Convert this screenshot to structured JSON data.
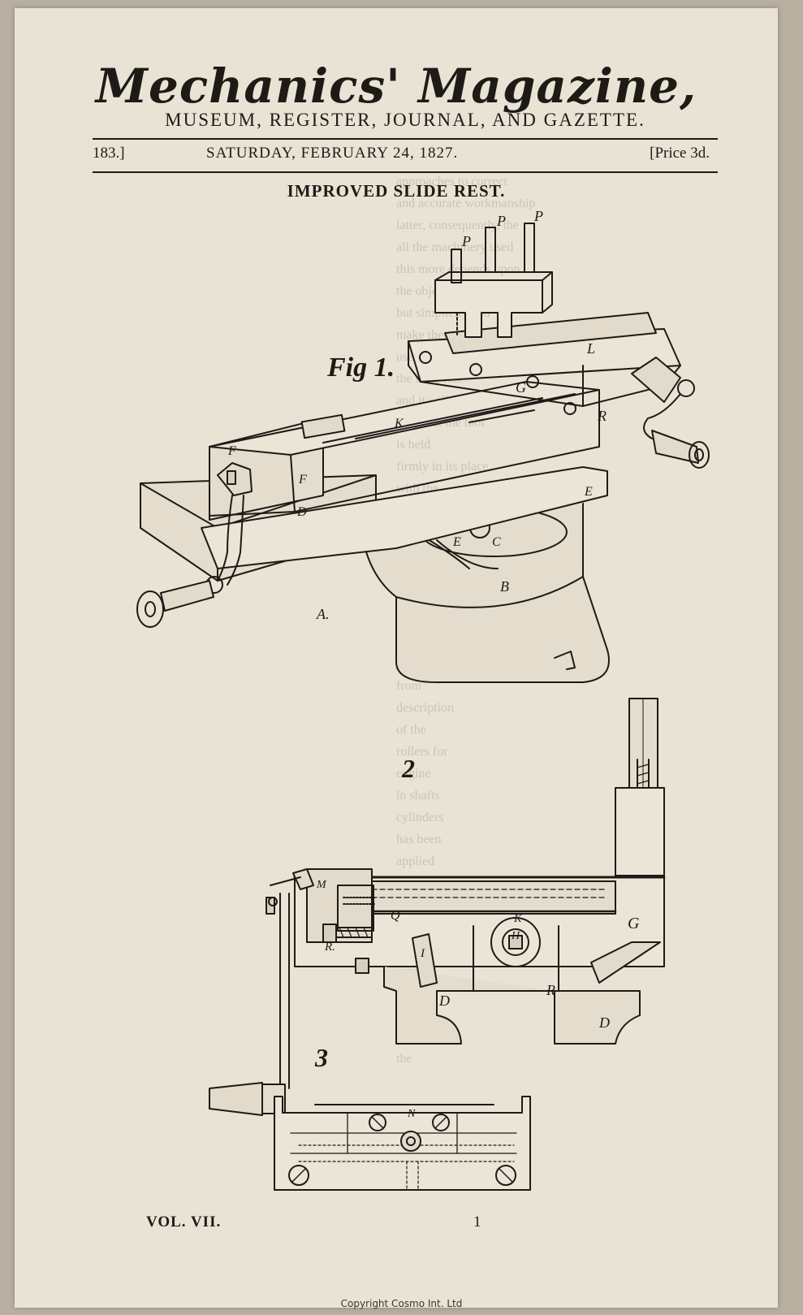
{
  "masthead": {
    "title": "Mechanics' Magazine,",
    "subtitle": "MUSEUM, REGISTER, JOURNAL, AND GAZETTE."
  },
  "dateline": {
    "issue": "183.]",
    "date": "SATURDAY, FEBRUARY 24, 1827.",
    "price": "[Price 3d."
  },
  "article": {
    "title": "IMPROVED SLIDE REST."
  },
  "figures": {
    "fig1_caption": "Fig 1.",
    "fig2_caption": "2",
    "fig3_caption": "3",
    "fig1_labels": {
      "p1": "P",
      "p2": "P",
      "p3": "P",
      "l": "L",
      "g": "G",
      "r": "R",
      "k": "K",
      "f1": "F",
      "f2": "F",
      "d": "D",
      "e1": "E",
      "e2": "E",
      "c": "C",
      "b": "B",
      "a": "A."
    },
    "fig2_labels": {
      "m": "M",
      "q": "Q",
      "g": "G",
      "k": "K",
      "r1": "R.",
      "i": "I",
      "h": "H",
      "r2": "R",
      "d1": "D",
      "d2": "D"
    },
    "fig3_labels": {
      "n": "N"
    }
  },
  "footer": {
    "volume": "VOL. VII.",
    "signature": "1"
  },
  "watermark": "Copyright Cosmo Int. Ltd",
  "show_through": "approaches to correct\nand accurate workmanship\nlatter, consequently, the\nall the machinery used\nthis more depends upon\nthe object to be attained\nbut simplicity and\nmake them more\nuseful to the mechanic\nthe slide rest\nand it will be\nseen that the tool\nis held\nfirmly in its place\nwith the\nscrews\nthe lathe\nis shown\nfrom the front\nworkmen\nwho have\nof making\nthe mechanics\nfrom\ndescription\nof the\nrollers for\nengine\nin shafts\ncylinders\nhas been\napplied\nlathe\nslide\nmovable\nby means\nscrew\nin the\nthe tool\nwhich\nthe"
}
